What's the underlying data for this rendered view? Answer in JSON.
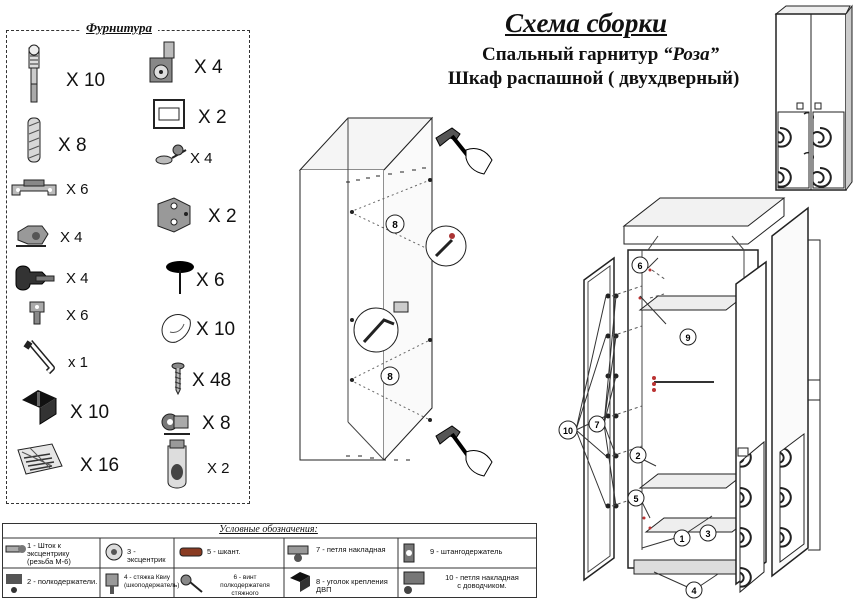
{
  "title": {
    "main": "Схема сборки",
    "line2_prefix": "Спальный гарнитур ",
    "line2_name": "“Роза”",
    "line3": "Шкаф распашной ( двухдверный)"
  },
  "hardware": {
    "title": "Фурнитура",
    "items": [
      {
        "icon": "eccentric-rod-icon",
        "qty": "X 10"
      },
      {
        "icon": "dowel-icon",
        "qty": "X 8"
      },
      {
        "icon": "bracket-icon",
        "qty": "X 6"
      },
      {
        "icon": "clip-icon",
        "qty": "X 4"
      },
      {
        "icon": "cam-lock-icon",
        "qty": "X 4"
      },
      {
        "icon": "shelf-support-icon",
        "qty": "X 6"
      },
      {
        "icon": "hex-key-icon",
        "qty": "x 1"
      },
      {
        "icon": "corner-bracket-icon",
        "qty": "X 10"
      },
      {
        "icon": "nail-bag-icon",
        "qty": "X 16"
      },
      {
        "icon": "cam-housing-icon",
        "qty": "X 4"
      },
      {
        "icon": "handle-plate-icon",
        "qty": "X 2"
      },
      {
        "icon": "washer-screw-icon",
        "qty": "X 4"
      },
      {
        "icon": "hinge-icon",
        "qty": "X 2"
      },
      {
        "icon": "nail-icon",
        "qty": "X 6"
      },
      {
        "icon": "cap-icon",
        "qty": "X 10"
      },
      {
        "icon": "screw-icon",
        "qty": "X 48"
      },
      {
        "icon": "rod-holder-icon",
        "qty": "X 8"
      },
      {
        "icon": "overlay-hinge-icon",
        "qty": "X 2"
      }
    ]
  },
  "callouts": [
    "8",
    "8",
    "6",
    "9",
    "7",
    "10",
    "2",
    "5",
    "1",
    "3",
    "4"
  ],
  "legend": {
    "title": "Условные обозначения:",
    "items": [
      {
        "icon": "rod-legend-icon",
        "text": "1 - Шток к эксцентрику\n(резьба М-6)"
      },
      {
        "icon": "eccentric-legend-icon",
        "text": "3 - эксцентрик"
      },
      {
        "icon": "dowel-legend-icon",
        "text": "5 - шкант."
      },
      {
        "icon": "hinge-legend-icon",
        "text": "7 - петля накладная"
      },
      {
        "icon": "rod-holder-legend-icon",
        "text": "9 - штангодержатель"
      },
      {
        "icon": "shelf-holder-legend-icon",
        "text": "2 - полкодержатели."
      },
      {
        "icon": "tie-legend-icon",
        "text": "4 - стяжка Квиу\n(шкоподержатель)"
      },
      {
        "icon": "screw-legend-icon",
        "text": "6 - винт\nполкодержателя стяжного"
      },
      {
        "icon": "corner-legend-icon",
        "text": "8 - уголок крепления ДВП"
      },
      {
        "icon": "closer-hinge-legend-icon",
        "text": "10 - петля накладная\nс доводчиком."
      }
    ]
  }
}
